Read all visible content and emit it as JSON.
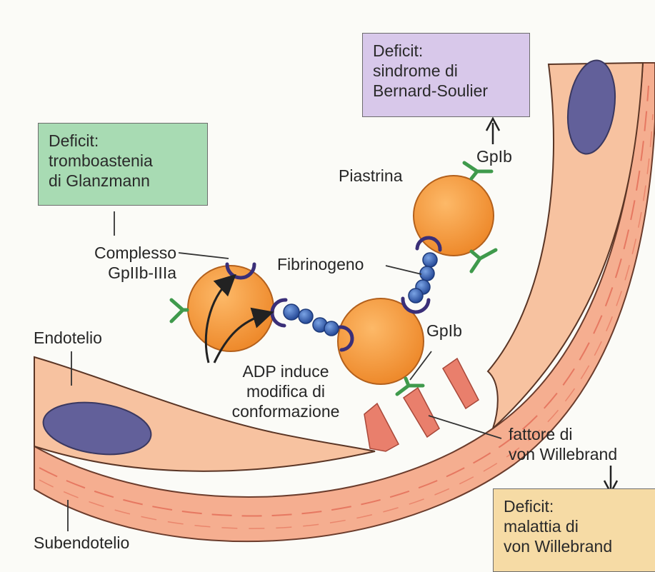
{
  "boxes": {
    "glanzmann": [
      "Deficit:",
      "tromboastenia",
      "di Glanzmann"
    ],
    "bernard_soulier": [
      "Deficit:",
      "sindrome di",
      "Bernard-Soulier"
    ],
    "von_willebrand": [
      "Deficit:",
      "malattia di",
      "von Willebrand"
    ]
  },
  "labels": {
    "complesso": [
      "Complesso",
      "GpIIb-IIIa"
    ],
    "fibrinogeno": "Fibrinogeno",
    "piastrina": "Piastrina",
    "gpib_top": "GpIb",
    "gpib_mid": "GpIb",
    "adp": [
      "ADP induce",
      "modifica di",
      "conformazione"
    ],
    "endotelio": "Endotelio",
    "subendotelio": "Subendotelio",
    "vwf": [
      "fattore di",
      "von Willebrand"
    ]
  },
  "colors": {
    "box_green": "#a8dbb3",
    "box_purple": "#d8c8ea",
    "box_yellow": "#f6dba5",
    "platelet": "#f39a3c",
    "endothelium": "#f7c2a0",
    "subendothelium": "#f5ae90",
    "nucleus": "#62609a",
    "fibrinogen": "#2f56a8",
    "receptor_green": "#3f9a4c",
    "receptor_purple": "#3a2f78",
    "vwf": "#e97f6c"
  }
}
